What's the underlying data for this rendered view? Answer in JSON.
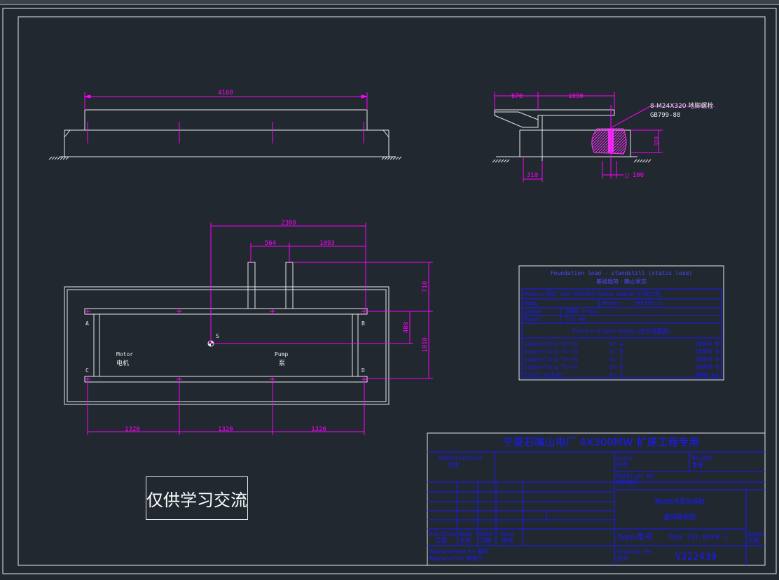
{
  "colors": {
    "background": "#212830",
    "drawing": "#e8e8e8",
    "dimension": "#ff00ff",
    "table": "#1a1aff",
    "table_title": "#4a4aff",
    "bolt": "#ff33ff"
  },
  "side_view": {
    "dim_length": "4160"
  },
  "end_view": {
    "dim_a": "670",
    "dim_b": "1090",
    "bolt_spec": "8-M24X320 地脚螺栓",
    "bolt_std": "GB799-88",
    "dim_depth": "320",
    "dim_left": "310",
    "dim_square": "□ 100"
  },
  "plan_view": {
    "dim_overall": "2300",
    "dim_564": "564",
    "dim_1093": "1093",
    "dim_710": "710",
    "dim_480": "480",
    "dim_1010": "1010",
    "dim_span1": "1320",
    "dim_span2": "1320",
    "dim_span3": "1320",
    "corner_a": "A",
    "corner_b": "B",
    "corner_c": "C",
    "corner_d": "D",
    "center_label": "S",
    "motor_en": "Motor",
    "motor_cn": "电机",
    "pump_en": "Pump",
    "pump_cn": "泵"
  },
  "load_table": {
    "title_en": "Foundation load - standstill (static load)",
    "title_cn": "基础载荷 - 静止状态",
    "project": "Project 项目: 2X4 300 MW Power Station 扩建工程",
    "pump_label": "Pump",
    "pump_value": "Motor:",
    "motor_value": "YKK450-2",
    "speed_label": "Speed",
    "speed_value": "2980 r/min",
    "power_label": "Power",
    "power_value": "710 kW",
    "force_header": "Force in N (with filling) (含充液重量)",
    "rows": [
      {
        "label": "Supporting force",
        "point": "at A",
        "value": "18800 N"
      },
      {
        "label": "Supporting force",
        "point": "at B",
        "value": "18800 N"
      },
      {
        "label": "Supporting force",
        "point": "at C",
        "value": "18800 N"
      },
      {
        "label": "Supporting force",
        "point": "at D",
        "value": "18800 N"
      },
      {
        "label": "Total weight",
        "point": "at S",
        "value": "8000 kg"
      }
    ]
  },
  "title_block": {
    "project_title": "宁夏石嘴山电厂 4X300MW 扩建工程专用",
    "authorization": "Authorization",
    "authorization_cn": "批准",
    "scale": "Scale",
    "scale_cn": "比例",
    "weight": "Weight",
    "weight_cn": "重量",
    "material": "Material No.",
    "material_cn": "材料编号",
    "drawing_title_1": "电动给水泵组基础",
    "drawing_title_2": "基础载荷图",
    "position": "Position",
    "position_cn": "位置",
    "name": "Name",
    "name_cn": "名称",
    "date": "Date",
    "date_cn": "日期",
    "desc": "Desc",
    "desc_cn": "说明",
    "type_label": "Type/型号",
    "type_value": "DG4 351-8FK4-1",
    "sheet": "Sheet",
    "sheet_cn": "页数",
    "replacement": "Replacement for 替代",
    "replaced": "Replaced for 被替代",
    "drawing_no_label": "Drawing No.",
    "drawing_no_cn": "图号",
    "drawing_no": "V322439"
  },
  "watermark": "仅供学习交流"
}
